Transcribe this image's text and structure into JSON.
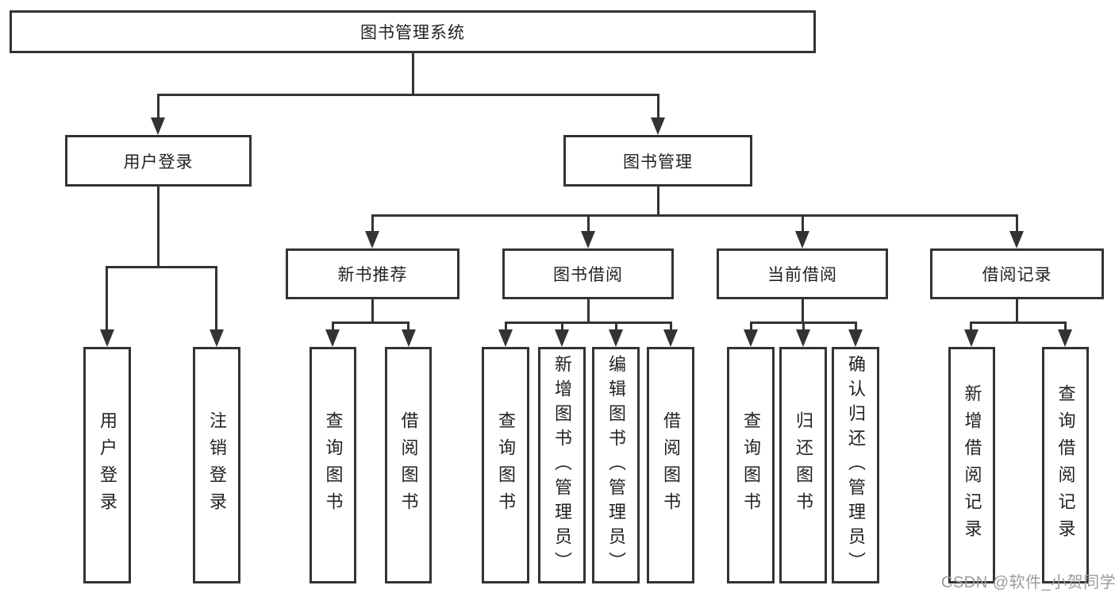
{
  "tree": {
    "root": {
      "label": "图书管理系统"
    },
    "level2": [
      {
        "label": "用户登录",
        "leaves": [
          {
            "label": "用户登录"
          },
          {
            "label": "注销登录"
          }
        ]
      },
      {
        "label": "图书管理",
        "sections": [
          {
            "label": "新书推荐",
            "leaves": [
              {
                "label": "查询图书"
              },
              {
                "label": "借阅图书"
              }
            ]
          },
          {
            "label": "图书借阅",
            "leaves": [
              {
                "label": "查询图书"
              },
              {
                "label": "新增图书（管理员）"
              },
              {
                "label": "编辑图书（管理员）"
              },
              {
                "label": "借阅图书"
              }
            ]
          },
          {
            "label": "当前借阅",
            "leaves": [
              {
                "label": "查询图书"
              },
              {
                "label": "归还图书"
              },
              {
                "label": "确认归还（管理员）"
              }
            ]
          },
          {
            "label": "借阅记录",
            "leaves": [
              {
                "label": "新增借阅记录"
              },
              {
                "label": "查询借阅记录"
              }
            ]
          }
        ]
      }
    ]
  },
  "watermark": {
    "text": "CSDN @软件_小贺同学"
  },
  "colors": {
    "line": "#333333",
    "text": "#222222",
    "watermark": "#9b9b9b",
    "background": "#ffffff"
  }
}
